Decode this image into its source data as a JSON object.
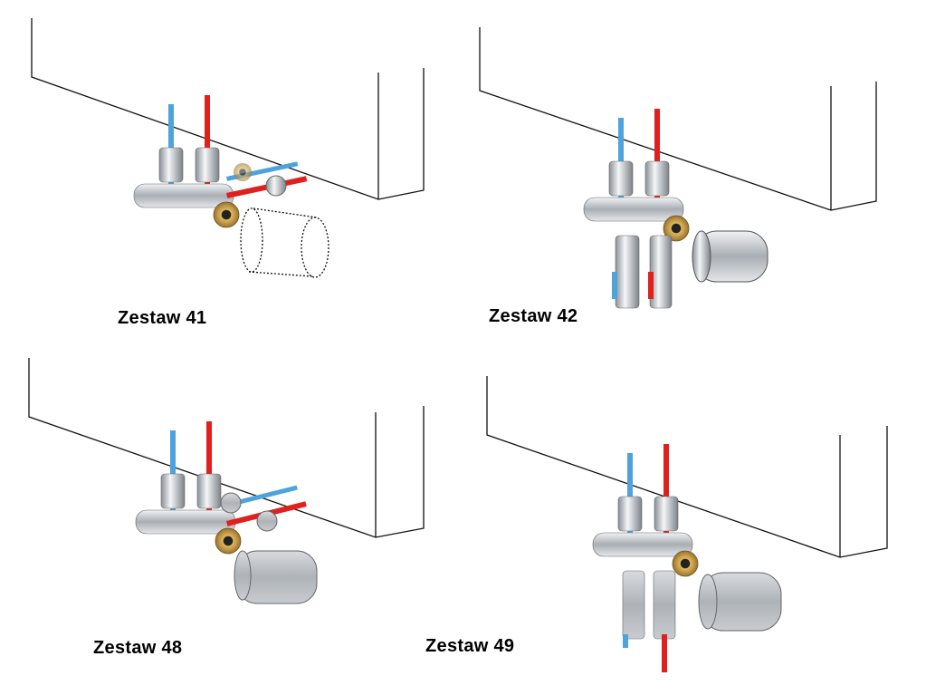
{
  "sets": [
    {
      "label": "Zestaw 41",
      "thermostat": "outline"
    },
    {
      "label": "Zestaw 42",
      "thermostat": "chrome"
    },
    {
      "label": "Zestaw 48",
      "thermostat": "satin"
    },
    {
      "label": "Zestaw 49",
      "thermostat": "satin"
    }
  ],
  "colors": {
    "supply": "#e0201c",
    "return": "#4da3dc",
    "chrome": "#c8cdd2",
    "brass": "#c9a04a"
  }
}
